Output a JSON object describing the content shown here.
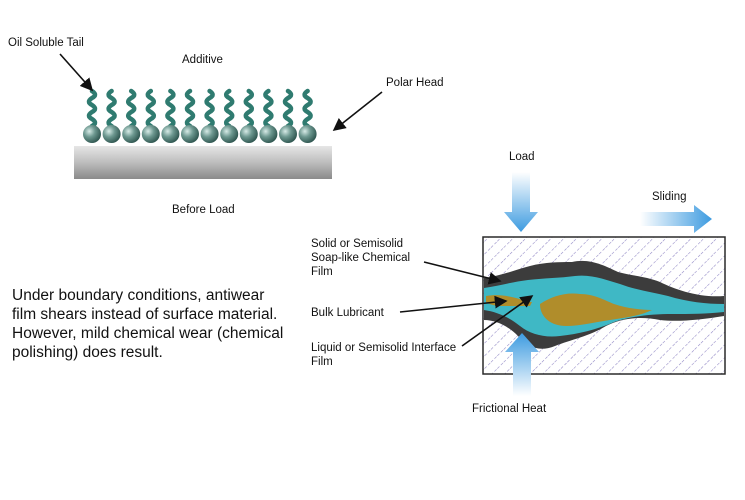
{
  "before_load": {
    "labels": {
      "oil_soluble_tail": "Oil Soluble Tail",
      "additive": "Additive",
      "polar_head": "Polar Head",
      "before_load": "Before Load"
    },
    "molecule_count": 12
  },
  "description": {
    "lines": [
      "Under boundary conditions, antiwear",
      "film shears instead of surface material.",
      "However, mild chemical wear (chemical",
      "polishing) does result."
    ]
  },
  "interface": {
    "labels": {
      "load": "Load",
      "sliding": "Sliding",
      "soap_film_1": "Solid or Semisolid",
      "soap_film_2": "Soap-like Chemical",
      "soap_film_3": "Film",
      "bulk_lubricant": "Bulk Lubricant",
      "liquid_film_1": "Liquid or Semisolid Interface",
      "liquid_film_2": "Film",
      "frictional_heat": "Frictional Heat"
    }
  },
  "colors": {
    "tail": "#2f7b70",
    "head": "#5e8b84",
    "substrate_top": "#e0e0e0",
    "substrate_bottom": "#8a8a8a",
    "chemical_film": "#3c3c3c",
    "interface_film": "#3fb8c5",
    "bulk_lubricant": "#b08d2b",
    "arrow": "#4ea5da",
    "hatch": "#8f86c4"
  }
}
